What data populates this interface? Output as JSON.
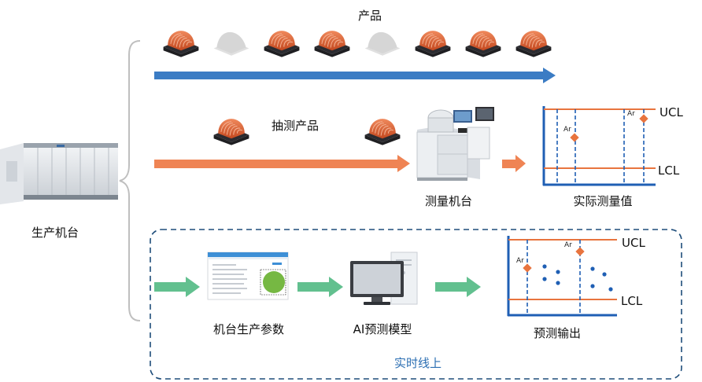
{
  "labels": {
    "products": "产品",
    "sampled_products": "抽测产品",
    "production_machine": "生产机台",
    "measurement_machine": "测量机台",
    "actual_measurement": "实际测量值",
    "machine_params": "机台生产参数",
    "ai_model": "AI预测模型",
    "prediction_output": "预测输出",
    "realtime_online": "实时线上"
  },
  "limits": {
    "ucl": "UCL",
    "lcl": "LCL",
    "ar": "Ar"
  },
  "products_row": [
    "sampled",
    "ghost",
    "sampled",
    "sampled",
    "ghost",
    "sampled",
    "sampled",
    "sampled"
  ],
  "colors": {
    "blue_arrow": "#3b7cc4",
    "orange_arrow": "#ef8454",
    "green_arrow": "#62c08f",
    "limit_line": "#e8743e",
    "chart_axis": "#1f5fb4",
    "marker_orange": "#e8743e",
    "marker_blue": "#1f5fb4",
    "dashed_box": "#1e4d7a"
  }
}
